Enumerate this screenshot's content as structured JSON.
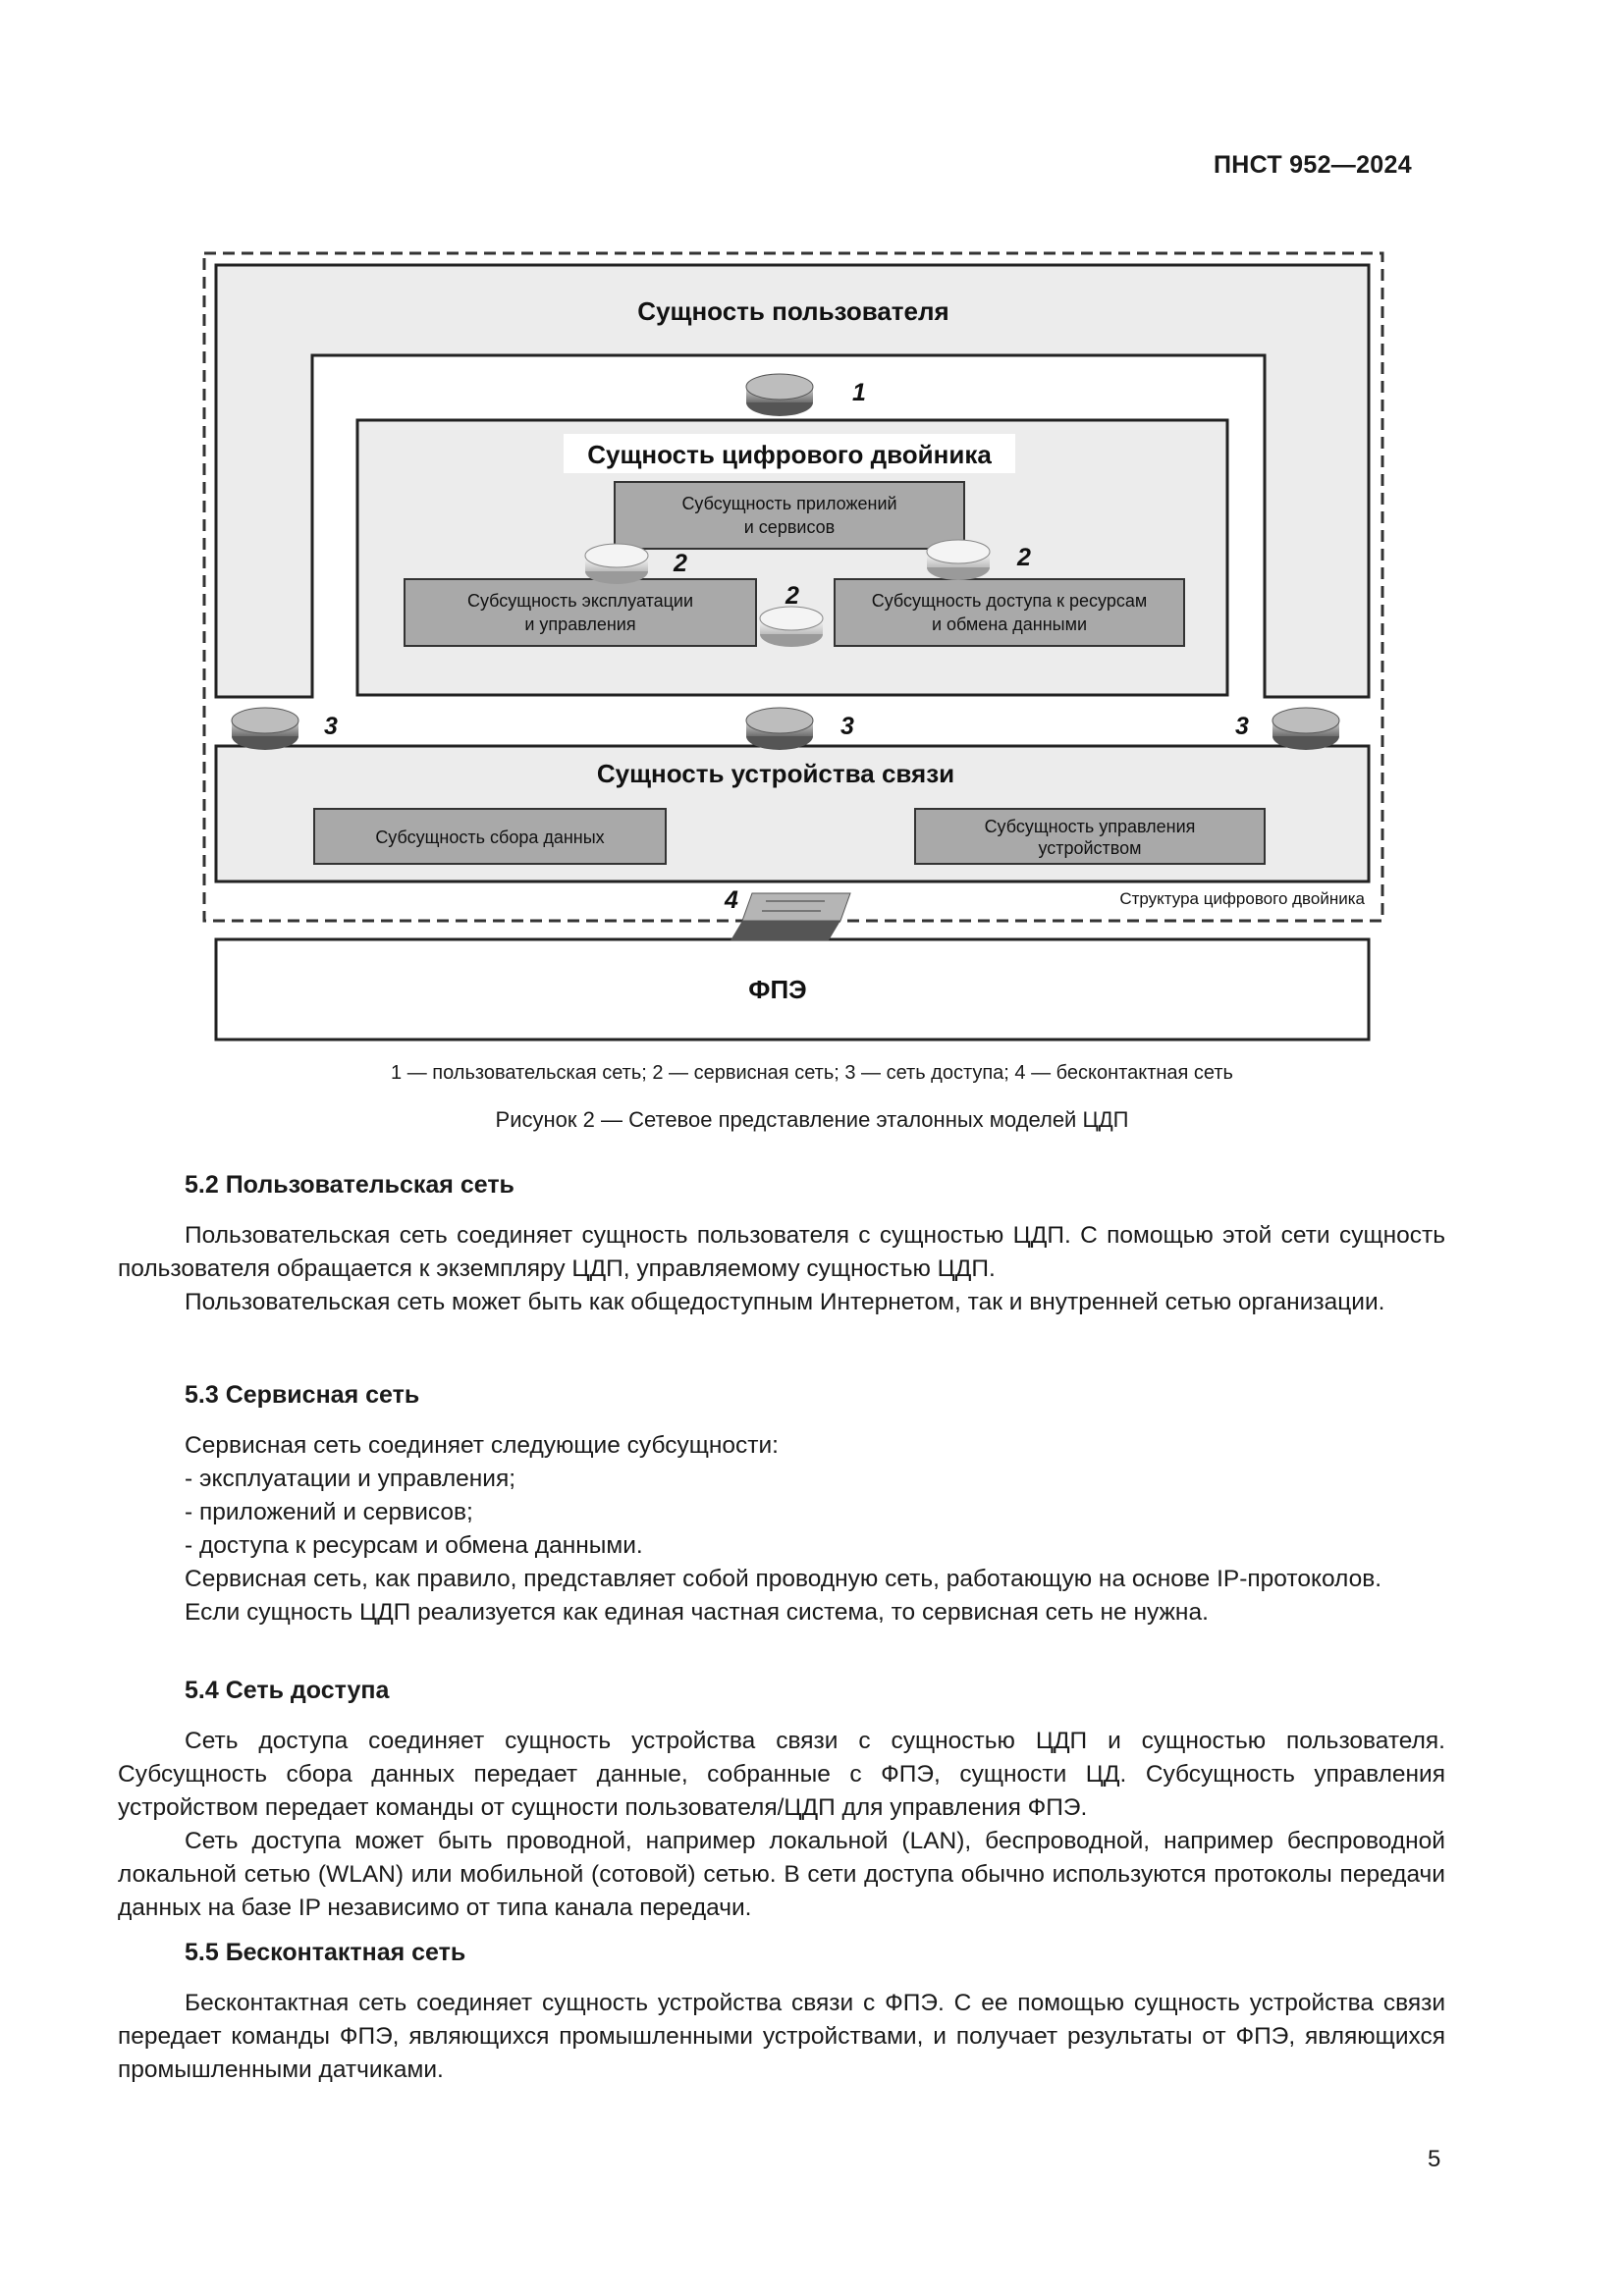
{
  "header": {
    "doc_id": "ПНСТ 952—2024"
  },
  "figure": {
    "user_entity": "Сущность пользователя",
    "dt_entity": "Сущность цифрового двойника",
    "apps_sub_1": "Субсущность приложений",
    "apps_sub_2": "и сервисов",
    "ops_sub_1": "Субсущность эксплуатации",
    "ops_sub_2": "и управления",
    "res_sub_1": "Субсущность доступа к ресурсам",
    "res_sub_2": "и обмена данными",
    "comm_entity": "Сущность устройства связи",
    "collect_sub": "Субсущность сбора данных",
    "devmgmt_sub_1": "Субсущность управления",
    "devmgmt_sub_2": "устройством",
    "structure_label": "Структура цифрового двойника",
    "fpe": "ФПЭ",
    "n1": "1",
    "n2": "2",
    "n3": "3",
    "n4": "4"
  },
  "legend": "1 — пользовательская сеть; 2 — сервисная сеть; 3 — сеть доступа; 4 — бесконтактная сеть",
  "caption": "Рисунок 2 — Сетевое представление эталонных моделей ЦДП",
  "s52": {
    "title": "5.2 Пользовательская сеть",
    "p1": "Пользовательская сеть соединяет сущность пользователя с сущностью ЦДП. С помощью этой сети сущность пользователя обращается к экземпляру ЦДП, управляемому сущностью ЦДП.",
    "p2": "Пользовательская сеть может быть как общедоступным Интернетом, так и внутренней сетью организации."
  },
  "s53": {
    "title": "5.3 Сервисная сеть",
    "p1": "Сервисная сеть соединяет следующие субсущности:",
    "li1": "- эксплуатации и управления;",
    "li2": "- приложений и сервисов;",
    "li3": "- доступа к ресурсам и обмена данными.",
    "p2": "Сервисная сеть, как правило, представляет собой проводную сеть, работающую на основе IP-протоколов.",
    "p3": "Если сущность ЦДП реализуется как единая частная система, то сервисная сеть не нужна."
  },
  "s54": {
    "title": "5.4 Сеть доступа",
    "p1": "Сеть доступа соединяет сущность устройства связи с сущностью ЦДП и сущностью пользователя. Субсущность сбора данных передает данные, собранные с ФПЭ, сущности ЦД. Субсущность управления устройством передает команды от сущности пользователя/ЦДП для управления ФПЭ.",
    "p2": "Сеть доступа может быть проводной, например локальной (LAN), беспроводной, например беспроводной локальной сетью (WLAN) или мобильной (сотовой) сетью. В сети доступа обычно используются протоколы передачи данных на базе IP независимо от типа канала передачи."
  },
  "s55": {
    "title": "5.5 Бесконтактная сеть",
    "p1": "Бесконтактная сеть соединяет сущность устройства связи с ФПЭ. С ее помощью сущность устройства связи передает команды ФПЭ, являющихся промышленными устройствами, и получает результаты от ФПЭ, являющихся промышленными датчиками."
  },
  "page_number": "5"
}
